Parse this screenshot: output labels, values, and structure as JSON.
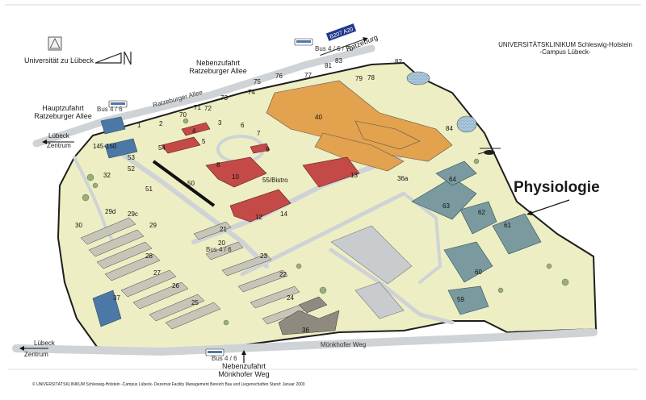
{
  "colors": {
    "campus": "#eeeec4",
    "outline": "#1e1e1e",
    "road": "#cfd3d6",
    "building": "#c7c4b8",
    "building_roof": "#9d9a90",
    "clinic": "#e3a24e",
    "red": "#c44a48",
    "blue": "#4c78a8",
    "teal": "#7a9aa0",
    "water": "#a9c7da"
  },
  "branding": {
    "university": "Universität zu Lübeck",
    "hospital_line1": "UNIVERSITÄTSKLINIKUM Schleswig-Holstein",
    "hospital_line2": "-Campus Lübeck-"
  },
  "entrances": {
    "neben_top_1": "Nebenzufahrt",
    "neben_top_2": "Ratzeburger Allee",
    "haupt_1": "Hauptzufahrt",
    "haupt_2": "Ratzeburger Allee",
    "neben_bottom_1": "Nebenzufahrt",
    "neben_bottom_2": "Mönkhofer Weg"
  },
  "directions": {
    "luebeck_top_1": "Lübeck",
    "luebeck_top_2": "Zentrum",
    "luebeck_bottom_1": "Lübeck",
    "luebeck_bottom_2": "Zentrum",
    "ratzeburg": "Ratzeburg",
    "sign_top": "B207 A20"
  },
  "roads": {
    "ratzeburger_allee": "Ratzeburger Allee",
    "moenkhofer_weg": "Mönkhofer Weg"
  },
  "bus": {
    "label_top": "Bus 4 / 6 / 7b",
    "label_haupt": "Bus 4 / 6",
    "label_inner": "Bus 4 / 6",
    "label_bottom": "Bus 4 / 6"
  },
  "highlight": "Physiologie",
  "footer": "© UNIVERSITÄTSKLINIKUM Schleswig-Holstein -Campus Lübeck-  Dezernat Facility Management Bereich Bau und Liegenschaften   Stand: Januar 2003",
  "building_numbers": [
    {
      "id": "1",
      "label": "1"
    },
    {
      "id": "2",
      "label": "2"
    },
    {
      "id": "3",
      "label": "3"
    },
    {
      "id": "4",
      "label": "4"
    },
    {
      "id": "5",
      "label": "5"
    },
    {
      "id": "6",
      "label": "6"
    },
    {
      "id": "7",
      "label": "7"
    },
    {
      "id": "8",
      "label": "8"
    },
    {
      "id": "9",
      "label": "9"
    },
    {
      "id": "10",
      "label": "10"
    },
    {
      "id": "12",
      "label": "12"
    },
    {
      "id": "13",
      "label": "13"
    },
    {
      "id": "14",
      "label": "14"
    },
    {
      "id": "20",
      "label": "20"
    },
    {
      "id": "21",
      "label": "21"
    },
    {
      "id": "22",
      "label": "22"
    },
    {
      "id": "23",
      "label": "23"
    },
    {
      "id": "24",
      "label": "24"
    },
    {
      "id": "25",
      "label": "25"
    },
    {
      "id": "26",
      "label": "26"
    },
    {
      "id": "27",
      "label": "27"
    },
    {
      "id": "28",
      "label": "28"
    },
    {
      "id": "29",
      "label": "29"
    },
    {
      "id": "29c",
      "label": "29c"
    },
    {
      "id": "29d",
      "label": "29d"
    },
    {
      "id": "30",
      "label": "30"
    },
    {
      "id": "32",
      "label": "32"
    },
    {
      "id": "36",
      "label": "36"
    },
    {
      "id": "36a",
      "label": "36a"
    },
    {
      "id": "37",
      "label": "37"
    },
    {
      "id": "40",
      "label": "40"
    },
    {
      "id": "50",
      "label": "50"
    },
    {
      "id": "51",
      "label": "51"
    },
    {
      "id": "52",
      "label": "52"
    },
    {
      "id": "53",
      "label": "53"
    },
    {
      "id": "54",
      "label": "54"
    },
    {
      "id": "55",
      "label": "55/Bistro"
    },
    {
      "id": "59",
      "label": "59"
    },
    {
      "id": "60",
      "label": "60"
    },
    {
      "id": "61",
      "label": "61"
    },
    {
      "id": "62",
      "label": "62"
    },
    {
      "id": "63",
      "label": "63"
    },
    {
      "id": "64",
      "label": "64"
    },
    {
      "id": "70",
      "label": "70"
    },
    {
      "id": "71",
      "label": "71"
    },
    {
      "id": "72",
      "label": "72"
    },
    {
      "id": "73",
      "label": "73"
    },
    {
      "id": "74",
      "label": "74"
    },
    {
      "id": "75",
      "label": "75"
    },
    {
      "id": "76",
      "label": "76"
    },
    {
      "id": "77",
      "label": "77"
    },
    {
      "id": "78",
      "label": "78"
    },
    {
      "id": "79",
      "label": "79"
    },
    {
      "id": "81",
      "label": "81"
    },
    {
      "id": "82",
      "label": "82"
    },
    {
      "id": "83",
      "label": "83"
    },
    {
      "id": "84",
      "label": "84"
    },
    {
      "id": "145",
      "label": "145-150"
    }
  ]
}
